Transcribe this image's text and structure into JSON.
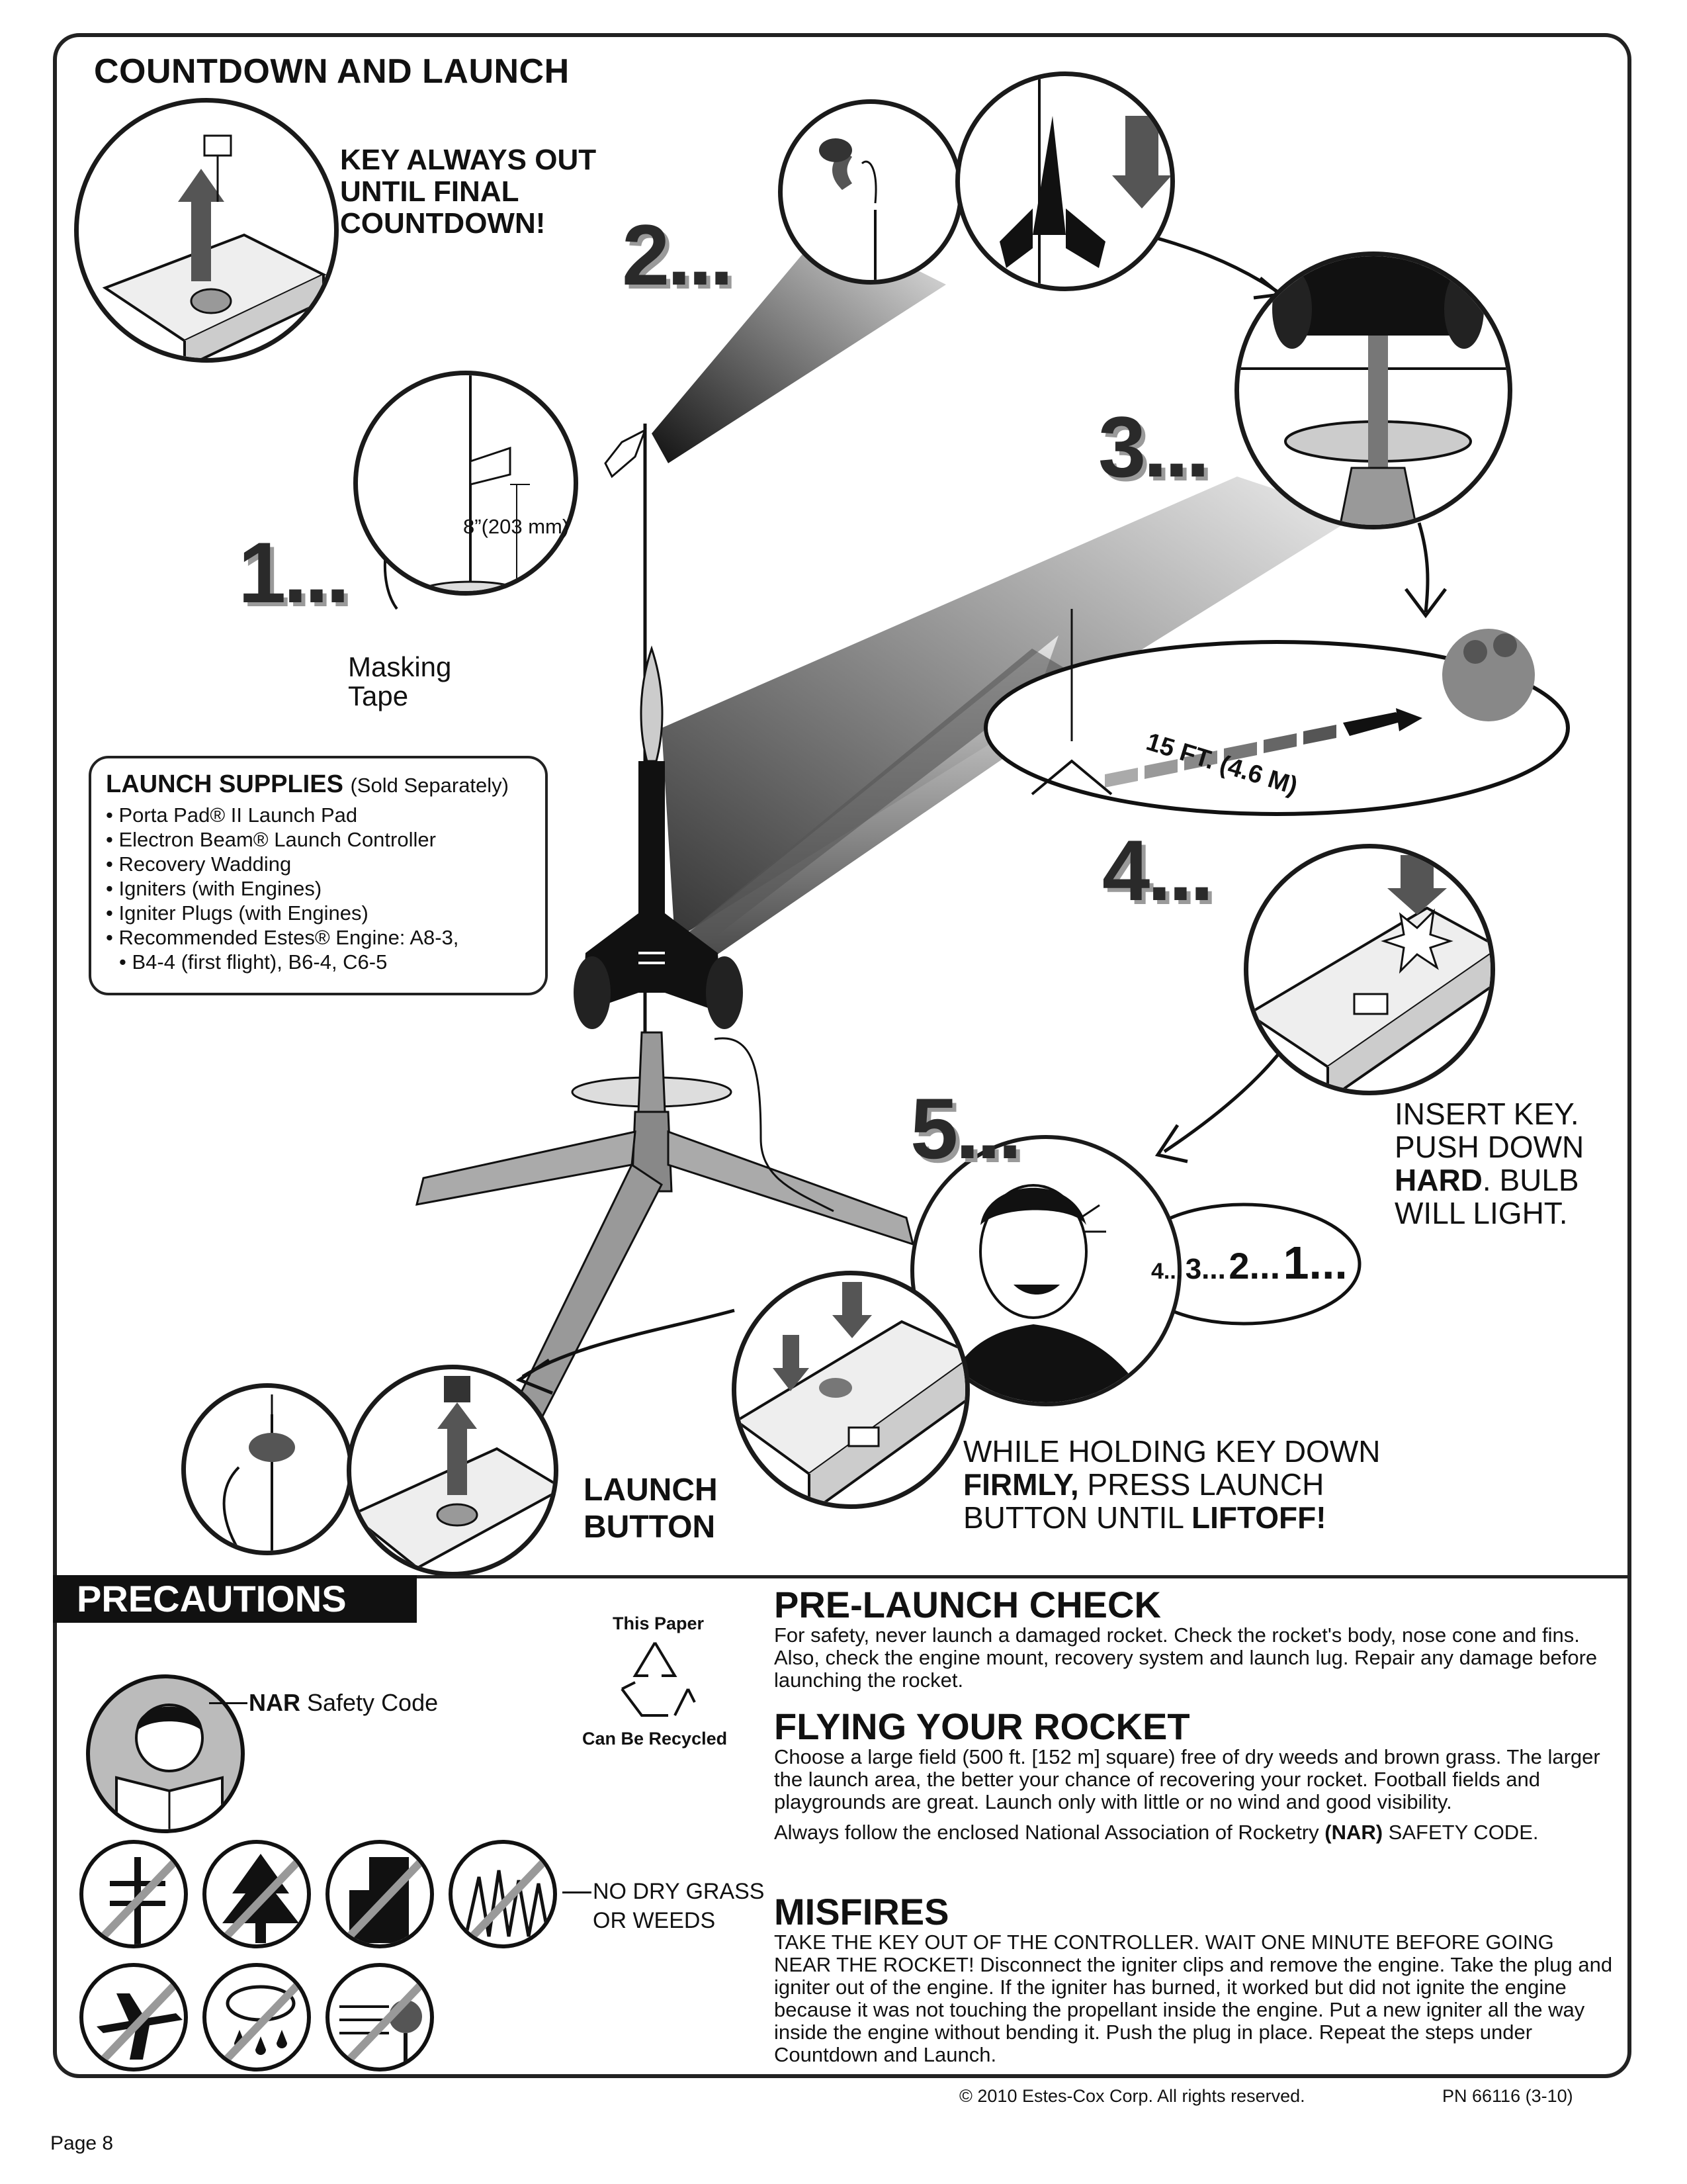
{
  "countdown": {
    "title": "COUNTDOWN AND LAUNCH",
    "key_warning": "KEY ALWAYS OUT UNTIL FINAL COUNTDOWN!",
    "step1": "1...",
    "step2": "2...",
    "step3": "3...",
    "step4": "4...",
    "step5": "5...",
    "measure": "8”(203 mm)",
    "masking_tape": "Masking Tape",
    "distance": "15 FT. (4.6 M)",
    "controller_brand": "Electron Beam",
    "insert_key": [
      "INSERT KEY.",
      "PUSH DOWN",
      "HARD",
      ". BULB",
      "WILL LIGHT."
    ],
    "countdown_bubble": [
      "4...",
      "3...",
      "2...",
      "1..."
    ],
    "launch_button": [
      "LAUNCH",
      "BUTTON"
    ],
    "holding": [
      "WHILE HOLDING KEY DOWN",
      "FIRMLY,",
      " PRESS LAUNCH",
      "BUTTON UNTIL ",
      "LIFTOFF!"
    ]
  },
  "supplies": {
    "title": "LAUNCH SUPPLIES",
    "note": "(Sold Separately)",
    "items": [
      "Porta Pad® II Launch Pad",
      "Electron Beam® Launch Controller",
      "Recovery Wadding",
      "Igniters (with Engines)",
      "Igniter Plugs (with Engines)",
      "Recommended Estes® Engine: A8-3,",
      "B4-4 (first flight), B6-4, C6-5"
    ]
  },
  "precautions": {
    "title": "PRECAUTIONS",
    "nar_bold": "NAR",
    "nar_rest": " Safety Code",
    "recycle_top": "This Paper",
    "recycle_bottom": "Can Be Recycled",
    "no_dry": [
      "NO DRY GRASS",
      "OR WEEDS"
    ]
  },
  "sections": {
    "prelaunch_title": "PRE-LAUNCH CHECK",
    "prelaunch_text": "For safety, never launch a damaged rocket. Check the rocket's body, nose cone and fins. Also, check the engine mount, recovery system and launch lug. Repair any damage before launching the rocket.",
    "flying_title": "FLYING YOUR ROCKET",
    "flying_text": "Choose a large field (500 ft. [152 m] square) free of dry weeds and brown grass. The larger the launch area, the better your chance of recovering your rocket. Football fields and playgrounds are great. Launch only with little or no wind and good visibility.",
    "always_a": "Always follow the enclosed National Association of Rocketry ",
    "always_b": "(NAR)",
    "always_c": " SAFETY CODE.",
    "misfires_title": "MISFIRES",
    "misfires_text": "TAKE THE KEY OUT OF THE CONTROLLER. WAIT ONE MINUTE BEFORE GOING NEAR THE ROCKET! Disconnect the igniter clips and remove the engine. Take the plug and igniter out of the engine. If the igniter has burned, it worked but did not ignite the engine because it was not touching the propellant inside the engine. Put a new igniter all the way inside the engine without bending it. Push the plug in place. Repeat the steps under Countdown and Launch."
  },
  "footer": {
    "copyright": "© 2010 Estes-Cox Corp. All rights reserved.",
    "pn": "PN 66116 (3-10)",
    "page": "Page 8"
  }
}
